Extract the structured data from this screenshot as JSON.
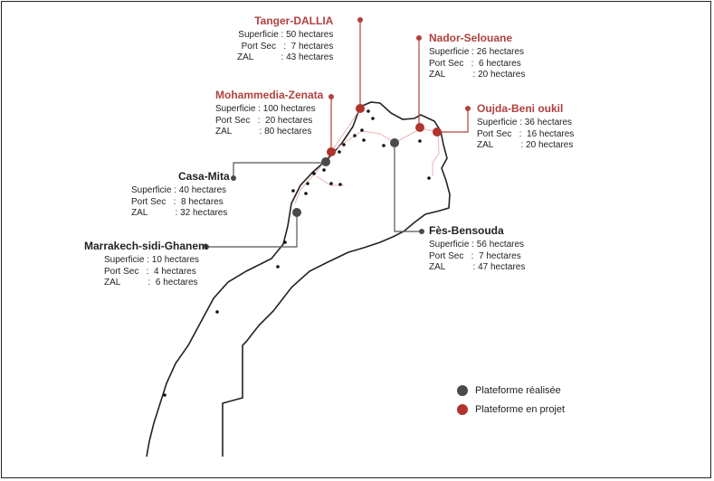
{
  "colors": {
    "realisee": "#4a4a4a",
    "projet": "#b0332e"
  },
  "platforms": [
    {
      "name": "Tanger-DALLIA",
      "status": "projet",
      "superficie": "Superficie : 50 hectares",
      "port_sec": "Port Sec   :  7 hectares",
      "zal": "ZAL           : 43 hectares"
    },
    {
      "name": "Nador-Selouane",
      "status": "projet",
      "superficie": "Superficie : 26 hectares",
      "port_sec": "Port Sec   :  6 hectares",
      "zal": "ZAL           : 20 hectares"
    },
    {
      "name": "Mohammedia-Zenata",
      "status": "projet",
      "superficie": "Superficie : 100 hectares",
      "port_sec": "Port Sec   :  20 hectares",
      "zal": "ZAL           : 80 hectares"
    },
    {
      "name": "Oujda-Beni oukil",
      "status": "projet",
      "superficie": "Superficie : 36 hectares",
      "port_sec": "Port Sec   :  16 hectares",
      "zal": "ZAL           : 20 hectares"
    },
    {
      "name": "Casa-Mita",
      "status": "realisee",
      "superficie": "Superficie : 40 hectares",
      "port_sec": "Port Sec   :  8 hectares",
      "zal": "ZAL           : 32 hectares"
    },
    {
      "name": "Fès-Bensouda",
      "status": "realisee",
      "superficie": "Superficie : 56 hectares",
      "port_sec": "Port Sec   :  7 hectares",
      "zal": "ZAL           : 47 hectares"
    },
    {
      "name": "Marrakech-sidi-Ghanem",
      "status": "realisee",
      "superficie": "Superficie : 10 hectares",
      "port_sec": "Port Sec   :  4 hectares",
      "zal": "ZAL           :  6 hectares"
    }
  ],
  "legend": {
    "realisee": "Plateforme réalisée",
    "projet": "Plateforme en projet"
  }
}
